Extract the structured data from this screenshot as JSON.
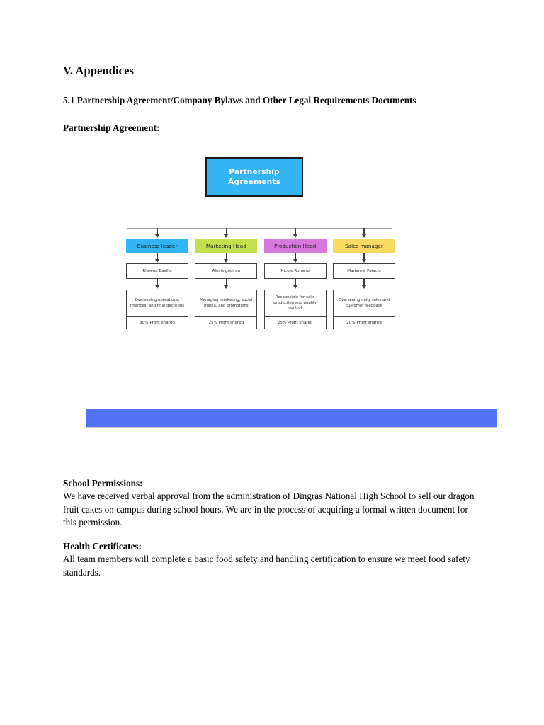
{
  "document": {
    "heading": "V. Appendices",
    "subheading": "5.1 Partnership Agreement/Company Bylaws and Other Legal Requirements Documents",
    "partnership_label": "Partnership Agreement:"
  },
  "org_chart": {
    "root": {
      "label": "Partnership Agreements",
      "line1": "Partnership",
      "line2": "Agreements",
      "fill": "#32b4f5",
      "border": "#1b1b1b",
      "text_color": "#ffffff"
    },
    "connector_line_color": "#9d9d9d",
    "arrow_color": "#3a3a3a",
    "columns": [
      {
        "role": "Business leader",
        "role_fill": "#32b4f5",
        "name": "Rheena Basilio",
        "description": "Overseeing operations, finances, and final decisions",
        "profit": "30%  Profit shared"
      },
      {
        "role": "Marketing Head",
        "role_fill": "#c3e04e",
        "name": "Alexis gaoiran",
        "description": "Managing marketing, social media, and promotions",
        "profit": "25% Profit shared"
      },
      {
        "role": "Production Head",
        "role_fill": "#d877dd",
        "name": "Nicole Romero",
        "description": "Responsible for cake production and quality control",
        "profit": "25%  Profit shared"
      },
      {
        "role": "Sales manager",
        "role_fill": "#fad961",
        "name": "Marianne Palacio",
        "description": "Overseeing daily sales and customer feedback",
        "profit": "20% Profit shared"
      }
    ]
  },
  "banner": {
    "fill": "#5272f8",
    "text": ""
  },
  "sections": [
    {
      "heading": "School Permissions:",
      "body": "We have received verbal approval from the administration of Dingras National High School to sell our dragon fruit cakes on campus during school hours. We are in the process of acquiring a formal written document for this permission."
    },
    {
      "heading": "Health Certificates:",
      "body": "All team members will complete a basic food safety and handling certification to ensure we meet food safety standards."
    }
  ]
}
